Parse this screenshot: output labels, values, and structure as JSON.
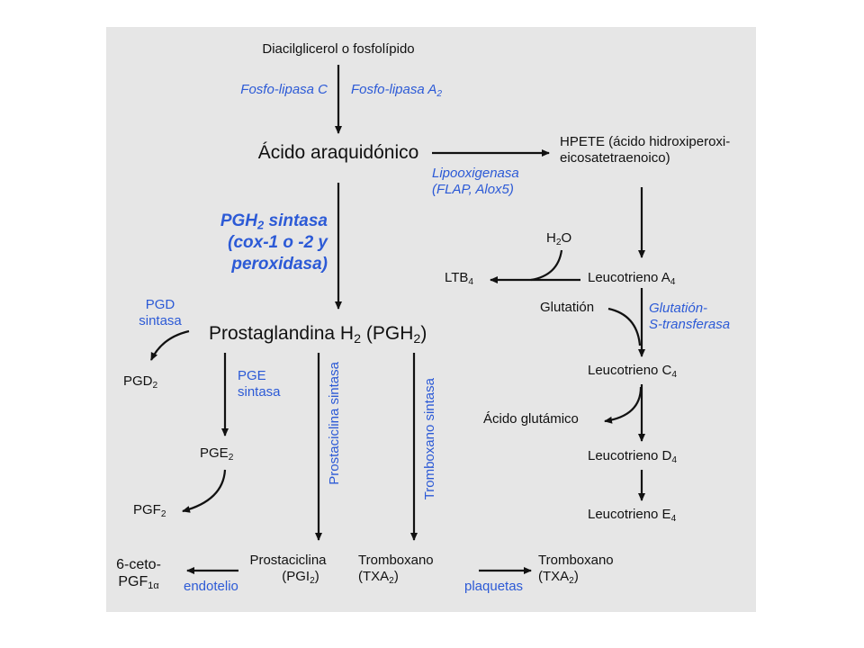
{
  "nodes": {
    "diacil": "Diacilglicerol o fosfolípido",
    "arac": "Ácido araquidónico",
    "hpete_1": "HPETE (ácido hidroxiperoxi-",
    "hpete_2": "eicosatetraenoico)",
    "pgh2": {
      "a": "Prostaglandina H",
      "b": "2",
      "c": " (PGH",
      "d": "2",
      "e": ")"
    },
    "pgd2": {
      "a": "PGD",
      "b": "2"
    },
    "pge2": {
      "a": "PGE",
      "b": "2"
    },
    "pgf2": {
      "a": "PGF",
      "b": "2"
    },
    "ceto_1": "6-ceto-",
    "ceto_2": {
      "a": "PGF",
      "b": "1α"
    },
    "prostaciclina_1": "Prostaciclina",
    "prostaciclina_2": {
      "a": "(PGI",
      "b": "2",
      "c": ")"
    },
    "tromboxano_a_1": "Tromboxano",
    "tromboxano_a_2": {
      "a": "(TXA",
      "b": "2",
      "c": ")"
    },
    "tromboxano_b_1": "Tromboxano",
    "tromboxano_b_2": {
      "a": "(TXA",
      "b": "2",
      "c": ")"
    },
    "h2o": {
      "a": "H",
      "b": "2",
      "c": "O"
    },
    "ltb4": {
      "a": "LTB",
      "b": "4"
    },
    "lta4": {
      "a": "Leucotrieno A",
      "b": "4"
    },
    "glutation": "Glutatión",
    "ltc4": {
      "a": "Leucotrieno C",
      "b": "4"
    },
    "glutamico": "Ácido glutámico",
    "ltd4": {
      "a": "Leucotrieno D",
      "b": "4"
    },
    "lte4": {
      "a": "Leucotrieno E",
      "b": "4"
    }
  },
  "enzymes": {
    "fosfo_c": "Fosfo-lipasa C",
    "fosfo_a2": {
      "a": "Fosfo-lipasa A",
      "b": "2"
    },
    "lipoox_1": "Lipooxigenasa",
    "lipoox_2": "(FLAP, Alox5)",
    "pgh2s_1": {
      "a": "PGH",
      "b": "2",
      "c": " sintasa"
    },
    "pgh2s_2": "(cox-1 o -2 y",
    "pgh2s_3": "peroxidasa)",
    "pgd_1": "PGD",
    "pgd_2": "sintasa",
    "pge_1": "PGE",
    "pge_2": "sintasa",
    "prostaciclina_s": "Prostaciclina sintasa",
    "tromboxano_s": "Tromboxano sintasa",
    "gst_1": "Glutatión-",
    "gst_2": "S-transferasa",
    "endotelio": "endotelio",
    "plaquetas": "plaquetas"
  },
  "colors": {
    "enzyme": "#2c5ad6",
    "text": "#111111",
    "arrow": "#111111",
    "panel": "#e6e6e6"
  }
}
